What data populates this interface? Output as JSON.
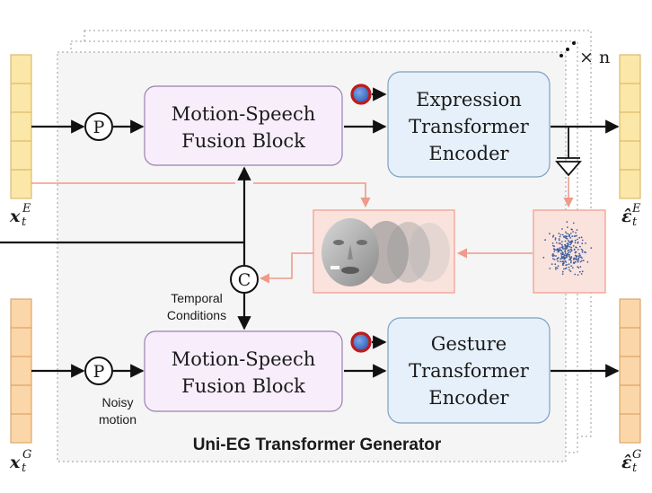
{
  "repeat_label": "× n",
  "generator_title": "Uni-EG Transformer Generator",
  "blocks": {
    "fusion_top": [
      "Motion-Speech",
      "Fusion Block"
    ],
    "fusion_bottom": [
      "Motion-Speech",
      "Fusion Block"
    ],
    "expression_encoder": [
      "Expression",
      "Transformer",
      "Encoder"
    ],
    "gesture_encoder": [
      "Gesture",
      "Transformer",
      "Encoder"
    ]
  },
  "ops": {
    "p": "P",
    "c": "C"
  },
  "annotations": {
    "temporal": [
      "Temporal",
      "Conditions"
    ],
    "noisy": [
      "Noisy",
      "motion"
    ]
  },
  "symbols": {
    "x_main": "x",
    "x_t_sub": "t",
    "x_e_sup": "E",
    "x_g_sup": "G",
    "eps_main": "ε̂",
    "eps_t_sub": "t",
    "eps_e_sup": "E",
    "eps_g_sup": "G"
  },
  "colors": {
    "fusion_fill": "#f8eefb",
    "fusion_stroke": "#9a7fb0",
    "encoder_fill": "#e6f0fa",
    "encoder_stroke": "#7fa0c0",
    "token_top": "#fbe7a8",
    "token_bottom": "#fbd6a8",
    "salmon": "#ef9a8a",
    "token_red": "#c01b1b",
    "token_blue": "#3b6fc9"
  }
}
